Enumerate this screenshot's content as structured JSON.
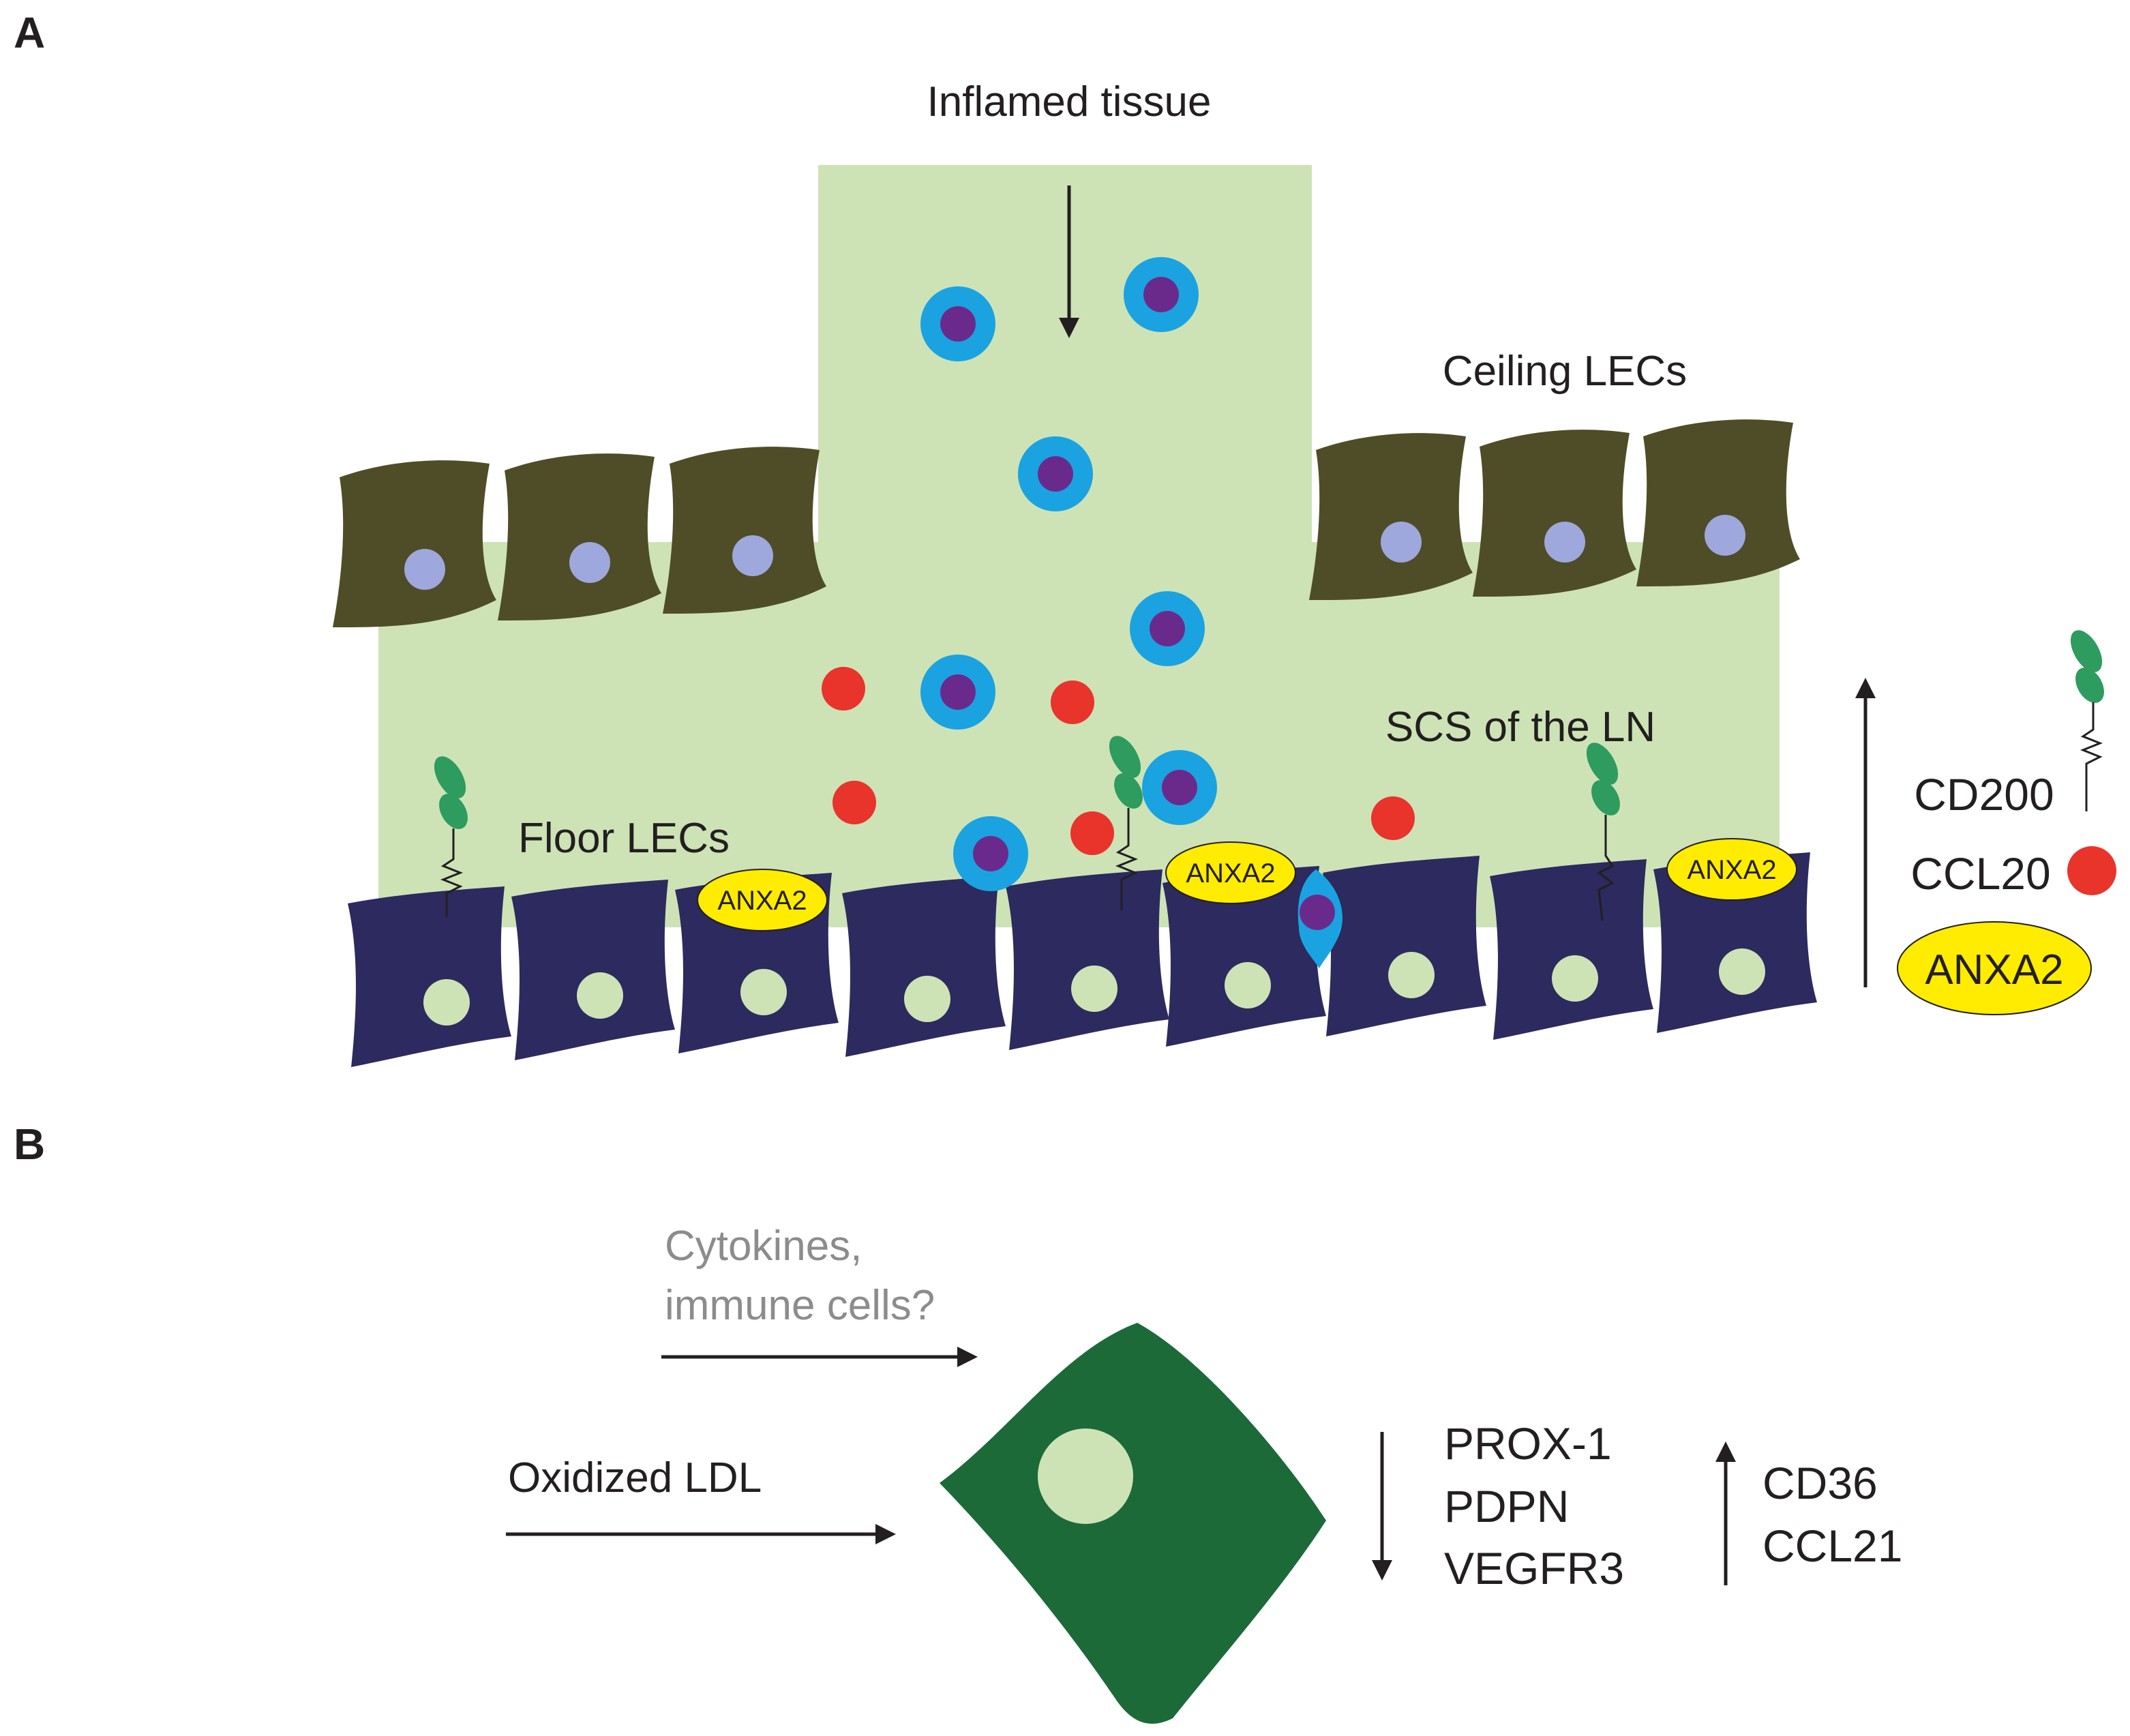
{
  "panel_a": {
    "letter": "A",
    "inflamed_tissue": "Inflamed tissue",
    "ceiling_lecs": "Ceiling LECs",
    "floor_lecs": "Floor LECs",
    "scs": "SCS of the LN",
    "anxa2_marker": "ANXA2",
    "legend": {
      "cd200": "CD200",
      "ccl20": "CCL20",
      "anxa2": "ANXA2"
    }
  },
  "panel_b": {
    "letter": "B",
    "cytokines_line1": "Cytokines,",
    "cytokines_line2": "immune cells?",
    "oxidized_ldl": "Oxidized LDL",
    "down_markers": [
      "PROX-1",
      "PDPN",
      "VEGFR3"
    ],
    "up_markers": [
      "CD36",
      "CCL21"
    ]
  },
  "colors": {
    "tissue_green": "#cde3b6",
    "ceiling_cell": "#4f4d27",
    "ceiling_nucleus": "#9ea8dc",
    "floor_cell": "#2c2a5e",
    "floor_nucleus": "#cde3b6",
    "immune_outer": "#1aa3e0",
    "immune_inner": "#6a2a8c",
    "ccl20_dot": "#e8342b",
    "anxa2_yellow": "#ffec00",
    "cd200_green": "#2e9b5f",
    "lec_dark_green": "#1c6a38",
    "lec_nucleus": "#cde3b6",
    "arrow": "#231f20"
  }
}
